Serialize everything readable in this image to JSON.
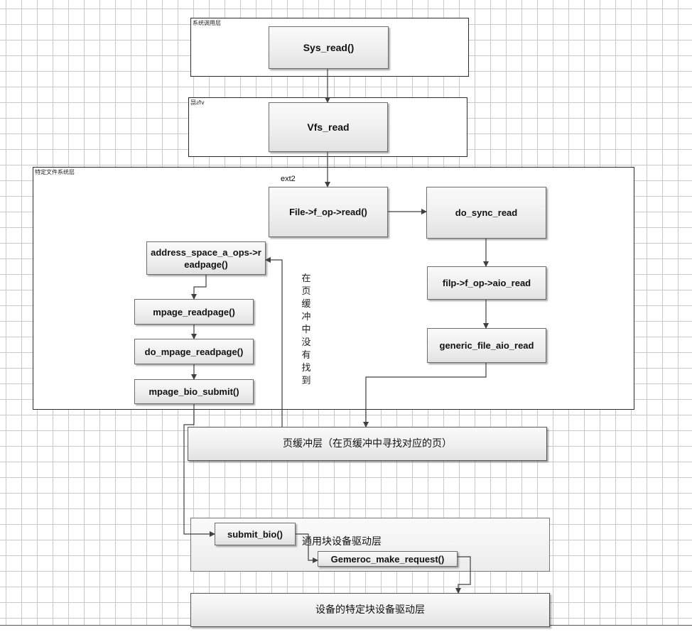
{
  "layers": {
    "syscall": "系统调用层",
    "vfs": "vfs层",
    "specific_fs": "特定文件系统层",
    "generic_block": "通用块设备驱动层"
  },
  "labels": {
    "ext2": "ext2",
    "not_found_in_cache": "在页缓冲中没有找到"
  },
  "nodes": {
    "sys_read": "Sys_read()",
    "vfs_read": "Vfs_read",
    "file_f_op_read": "File->f_op->read()",
    "do_sync_read": "do_sync_read",
    "filp_aio_read": "filp->f_op->aio_read",
    "generic_file_aio_read": "generic_file_aio_read",
    "address_space_readpage": "address_space_a_ops->readpage()",
    "mpage_readpage": "mpage_readpage()",
    "do_mpage_readpage": "do_mpage_readpage()",
    "mpage_bio_submit": "mpage_bio_submit()",
    "page_cache_layer": "页缓冲层（在页缓冲中寻找对应的页）",
    "submit_bio": "submit_bio()",
    "generic_make_request": "Gemeroc_make_request()",
    "device_driver_layer": "设备的特定块设备驱动层"
  }
}
